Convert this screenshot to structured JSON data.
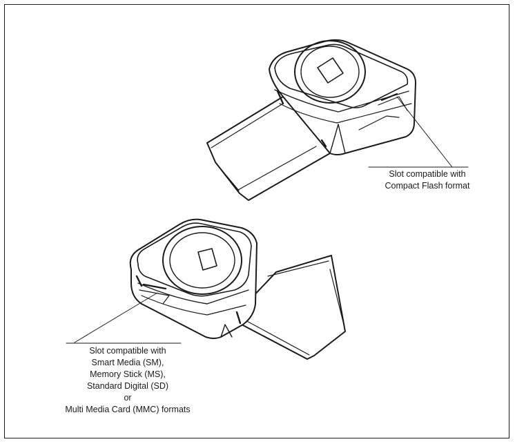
{
  "callouts": {
    "compact_flash": {
      "lines": [
        "Slot compatible with",
        "Compact Flash format"
      ]
    },
    "multi_card": {
      "lines": [
        "Slot compatible with",
        "Smart Media (SM),",
        "Memory Stick (MS),",
        "Standard Digital (SD)",
        "or",
        "Multi Media Card (MMC) formats"
      ]
    }
  },
  "colors": {
    "line": "#1a1a1a",
    "background": "#ffffff"
  }
}
